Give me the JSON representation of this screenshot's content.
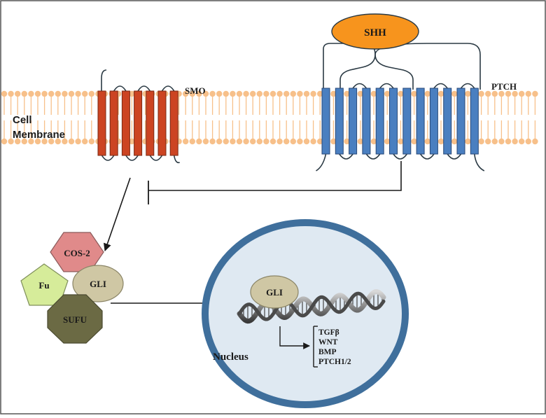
{
  "diagram": {
    "membrane_label": [
      "Cell",
      "Membrane"
    ],
    "smo_label": "SMO",
    "ptch_label": "PTCH",
    "shh_label": "SHH",
    "cytoplasm_complex": {
      "cos2_label": "COS-2",
      "fu_label": "Fu",
      "gli_label": "GLI",
      "sufu_label": "SUFU"
    },
    "nucleus": {
      "label": "Nucleus",
      "gli_label": "GLI",
      "target_genes": [
        "TGFβ",
        "WNT",
        "BMP",
        "PTCH1/2"
      ]
    },
    "colors": {
      "membrane": "#f7c08a",
      "smo": "#cc4422",
      "ptch": "#4a7fc0",
      "shh": "#f7941d",
      "cos2": "#e08a8a",
      "fu": "#d6ec9a",
      "gli": "#cfc7a4",
      "sufu": "#6b6a44",
      "nucleus_fill": "#dfe9f2",
      "nucleus_border": "#3f6f9c"
    }
  }
}
